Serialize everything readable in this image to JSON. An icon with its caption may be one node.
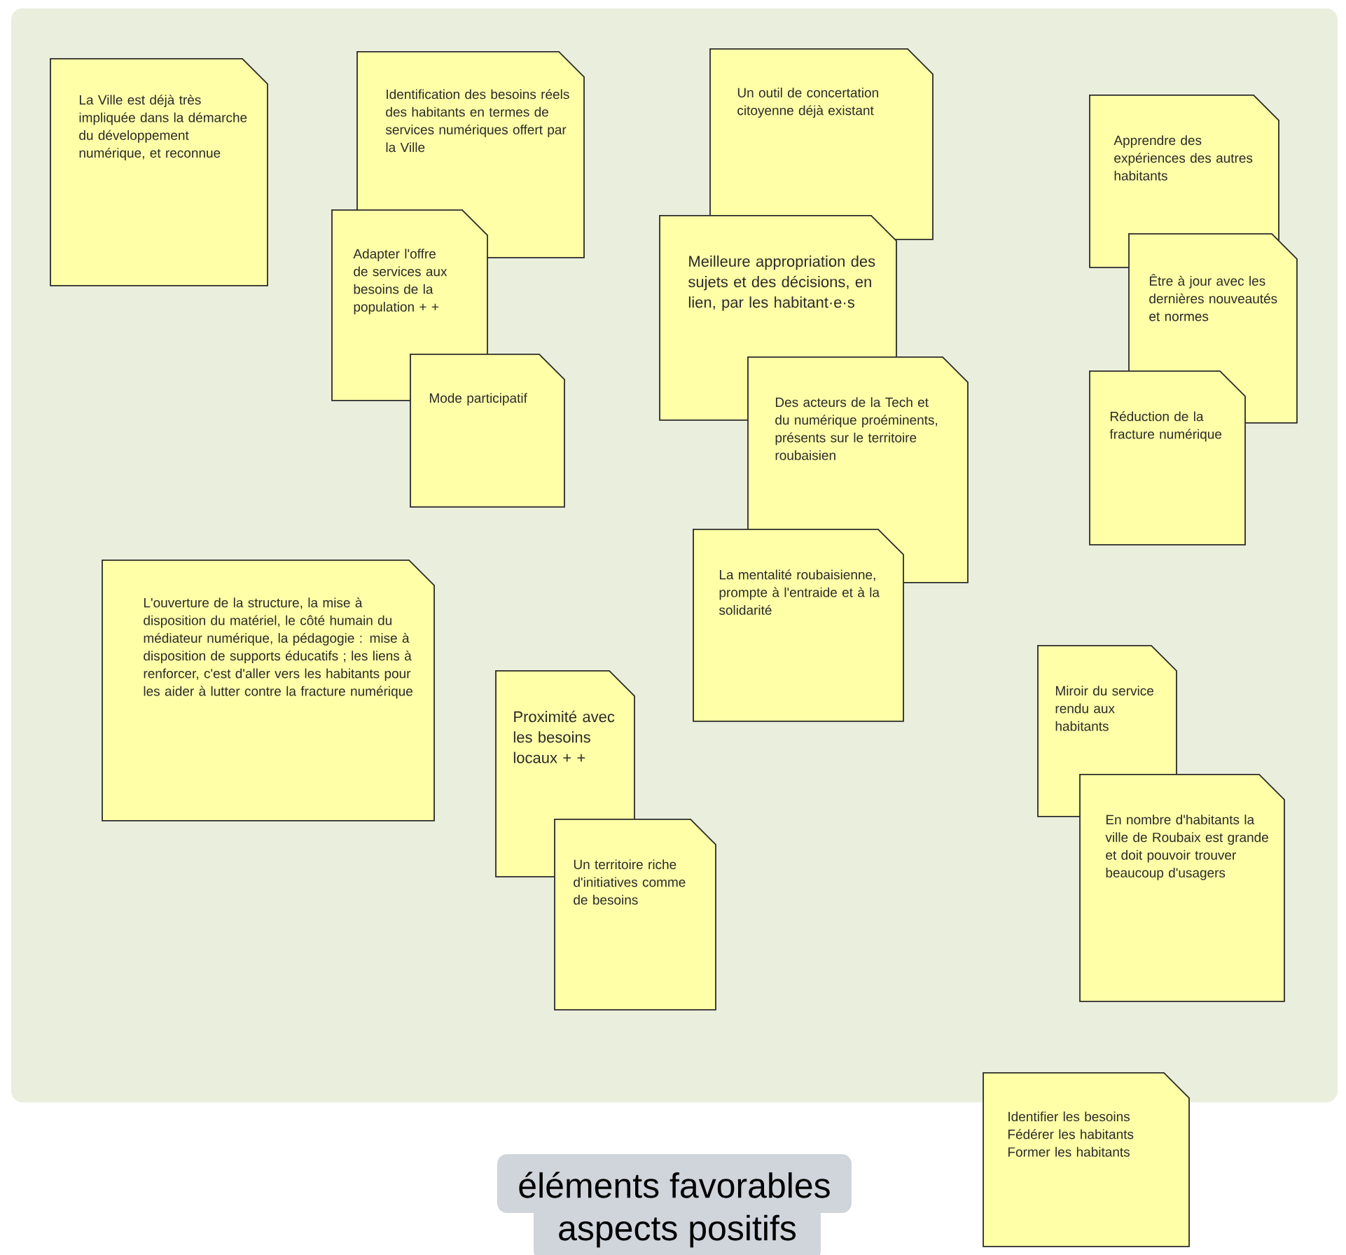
{
  "diagram": {
    "nodes": [
      {
        "text": [
          "La Ville est déjà très impliquée dans la démarche du développement numérique, et reconnue"
        ]
      },
      {
        "text": [
          "Identification des besoins réels des habitants en termes de services numériques offert par la Ville"
        ]
      },
      {
        "text": [
          "Adapter l'offre de services aux besoins de la population + +"
        ]
      },
      {
        "text": [
          "Mode participatif"
        ]
      },
      {
        "text": [
          "Un outil de concertation citoyenne déjà existant"
        ]
      },
      {
        "text": [
          "Meilleure appropriation des sujets et des décisions, en lien, par les habitant·e·s"
        ]
      },
      {
        "text": [
          "Des acteurs de la Tech et du numérique proéminents, présents sur le territoire roubaisien"
        ]
      },
      {
        "text": [
          "La mentalité roubaisienne, prompte à l'entraide et à la solidarité"
        ]
      },
      {
        "text": [
          "Apprendre des expériences des autres habitants"
        ]
      },
      {
        "text": [
          "Être à jour avec les dernières nouveautés et normes"
        ]
      },
      {
        "text": [
          "Réduction de la fracture numérique"
        ]
      },
      {
        "text": [
          "L'ouverture de la structure, la mise à disposition du matériel, le côté humain du médiateur numérique, la pédagogie : mise à disposition de supports éducatifs ; les liens à renforcer, c'est d'aller vers les habitants pour les aider à lutter contre la fracture numérique"
        ]
      },
      {
        "text": [
          "Proximité avec les besoins locaux + +"
        ]
      },
      {
        "text": [
          "Un territoire riche d'initiatives comme de besoins"
        ]
      },
      {
        "text": [
          "Miroir du service rendu aux habitants"
        ]
      },
      {
        "text": [
          "En nombre d'habitants la ville de Roubaix est grande et doit pouvoir trouver beaucoup d'usagers"
        ]
      },
      {
        "text": [
          "Identifier les besoins",
          "Fédérer les habitants",
          "Former les habitants"
        ]
      }
    ],
    "labels": [
      "éléments favorables",
      "aspects positifs"
    ]
  }
}
